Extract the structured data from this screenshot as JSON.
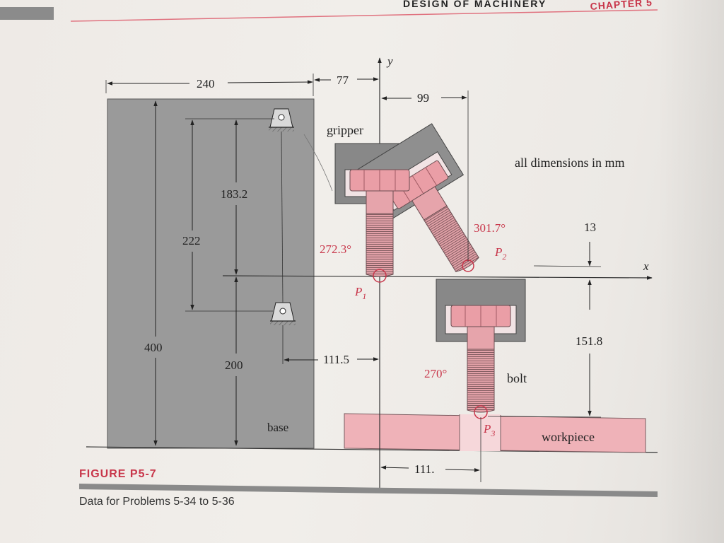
{
  "header": {
    "running_title": "DESIGN OF MACHINERY",
    "chapter": "CHAPTER 5"
  },
  "figure": {
    "number": "FIGURE P5-7",
    "caption": "Data for Problems 5-34 to 5-36"
  },
  "colors": {
    "accent_red": "#c8364a",
    "header_rule": "#e0727f",
    "base_gray": "#9a9a9a",
    "gripper_gray": "#888888",
    "bolt_pink": "#e6a4ab",
    "workpiece_pink": "#efb2b8",
    "caption_bar": "#8a8a8a"
  },
  "labels": {
    "y_axis": "y",
    "x_axis": "x",
    "gripper": "gripper",
    "base": "base",
    "bolt": "bolt",
    "workpiece": "workpiece",
    "units_note": "all dimensions in mm",
    "point_1": "P",
    "point_1_sub": "1",
    "point_2": "P",
    "point_2_sub": "2",
    "point_3": "P",
    "point_3_sub": "3"
  },
  "dimensions": {
    "base_width": "240",
    "base_to_y": "77",
    "p1_to_p2": "99",
    "upper_pivot_height": "183.2",
    "pivot_spacing": "222",
    "base_height": "400",
    "lower_pivot_height": "200",
    "pivot_to_y": "111.5",
    "x_axis_gap": "13",
    "x_to_workpiece": "151.8",
    "y_to_p3": "111."
  },
  "angles": {
    "p1": "272.3°",
    "p2": "301.7°",
    "p3": "270°"
  },
  "icons": {
    "pivot_upper": "ground-pivot-icon",
    "pivot_lower": "ground-pivot-icon",
    "bolt_1": "bolt-icon",
    "bolt_2": "bolt-icon",
    "bolt_3": "bolt-icon"
  }
}
